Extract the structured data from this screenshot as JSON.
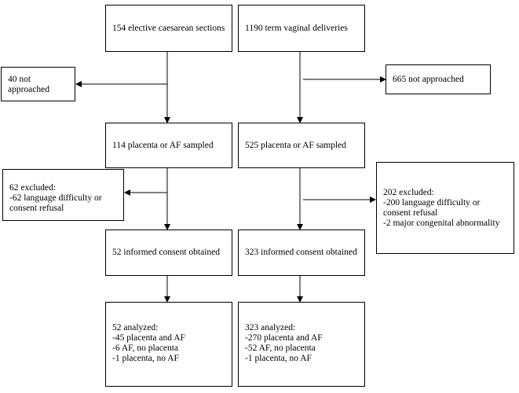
{
  "flowchart": {
    "left": {
      "top": "154 elective caesarean sections",
      "not_approached": [
        "40 not",
        "approached"
      ],
      "sampled": "114 placenta or AF sampled",
      "excluded": [
        "62 excluded:",
        "-62 language difficulty or",
        "consent refusal"
      ],
      "consent": "52 informed consent obtained",
      "analyzed": [
        "52 analyzed:",
        "-45 placenta and AF",
        "-6 AF, no placenta",
        "-1 placenta, no AF"
      ]
    },
    "right": {
      "top": "1190 term vaginal deliveries",
      "not_approached": "665 not approached",
      "sampled": "525 placenta or AF sampled",
      "excluded": [
        "202 excluded:",
        "-200 language difficulty or",
        "consent refusal",
        "-2 major congenital abnormality"
      ],
      "consent": "323 informed consent obtained",
      "analyzed": [
        "323 analyzed:",
        "-270 placenta and AF",
        "-52 AF, no placenta",
        "-1 placenta, no AF"
      ]
    }
  }
}
